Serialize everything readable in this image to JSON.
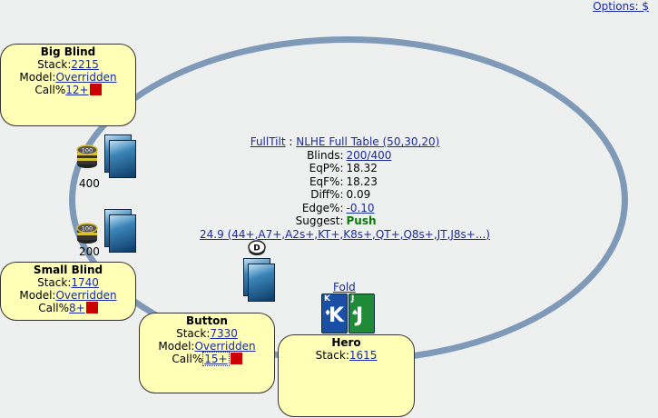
{
  "options_label": "Options: $",
  "seats": {
    "big_blind": {
      "name": "Big Blind",
      "stack_label": "Stack:",
      "stack": "2215",
      "model_label": "Model:",
      "model": "Overridden",
      "call_label": "Call%",
      "call": "12+"
    },
    "small_blind": {
      "name": "Small Blind",
      "stack_label": "Stack:",
      "stack": "1740",
      "model_label": "Model:",
      "model": "Overridden",
      "call_label": "Call%",
      "call": "8+"
    },
    "button": {
      "name": "Button",
      "stack_label": "Stack:",
      "stack": "7330",
      "model_label": "Model:",
      "model": "Overridden",
      "call_label": "Call%",
      "call": "15+"
    },
    "hero": {
      "name": "Hero",
      "stack_label": "Stack:",
      "stack": "1615"
    }
  },
  "info": {
    "site": "FullTilt",
    "separator": " : ",
    "game": "NLHE Full Table (50,30,20)",
    "blinds_label": "Blinds:",
    "blinds": "200/400",
    "eqp_label": "EqP%:",
    "eqp": "18.32",
    "eqf_label": "EqF%:",
    "eqf": "18.23",
    "diff_label": "Diff%:",
    "diff": "0.09",
    "edge_label": "Edge%:",
    "edge": "-0.10",
    "suggest_label": "Suggest:",
    "suggest": "Push",
    "range": "24.9 (44+,A7+,A2s+,KT+,K8s+,QT+,Q8s+,JT,J8s+...)"
  },
  "bets": {
    "big_blind": "400",
    "small_blind": "200"
  },
  "chip_text": "100",
  "dealer_text": "D",
  "hero_action": "Fold",
  "hero_cards": [
    {
      "rank": "K",
      "suit": "♦"
    },
    {
      "rank": "J",
      "suit": "♠"
    }
  ],
  "colors": {
    "seat_bg": "#ffffb6",
    "ring": "#7f9ab8",
    "link": "#1a2aa0",
    "push": "#0a7a0a",
    "swatch": "#cc0000"
  }
}
